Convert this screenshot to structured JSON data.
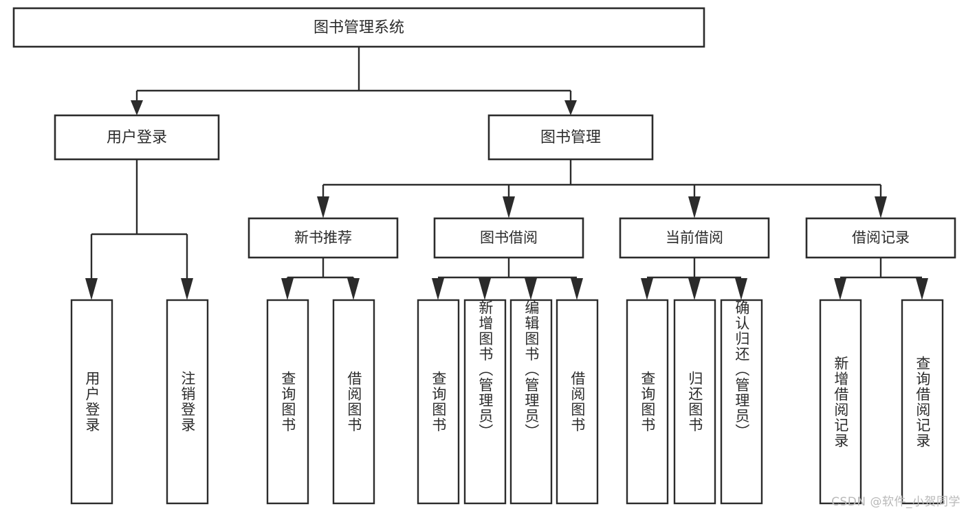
{
  "diagram": {
    "type": "tree",
    "title": "图书管理系统",
    "watermark": "CSDN @软件_小贺同学",
    "colors": {
      "stroke": "#2b2b2b",
      "fill": "#ffffff",
      "text": "#2b2b2b",
      "watermark": "#b9b9b9",
      "background": "#ffffff"
    },
    "levels": {
      "root": {
        "label": "图书管理系统"
      },
      "level2": [
        {
          "label": "用户登录"
        },
        {
          "label": "图书管理"
        }
      ],
      "level3": [
        {
          "label": "新书推荐"
        },
        {
          "label": "图书借阅"
        },
        {
          "label": "当前借阅"
        },
        {
          "label": "借阅记录"
        }
      ],
      "leaves": {
        "user_login": [
          {
            "label": "用户登录"
          },
          {
            "label": "注销登录"
          }
        ],
        "new_book_recommend": [
          {
            "label": "查询图书"
          },
          {
            "label": "借阅图书"
          }
        ],
        "book_borrow": [
          {
            "label": "查询图书"
          },
          {
            "label": "新增图书（管理员）"
          },
          {
            "label": "编辑图书（管理员）"
          },
          {
            "label": "借阅图书"
          }
        ],
        "current_borrow": [
          {
            "label": "查询图书"
          },
          {
            "label": "归还图书"
          },
          {
            "label": "确认归还（管理员）"
          }
        ],
        "borrow_record": [
          {
            "label": "新增借阅记录"
          },
          {
            "label": "查询借阅记录"
          }
        ]
      }
    }
  }
}
